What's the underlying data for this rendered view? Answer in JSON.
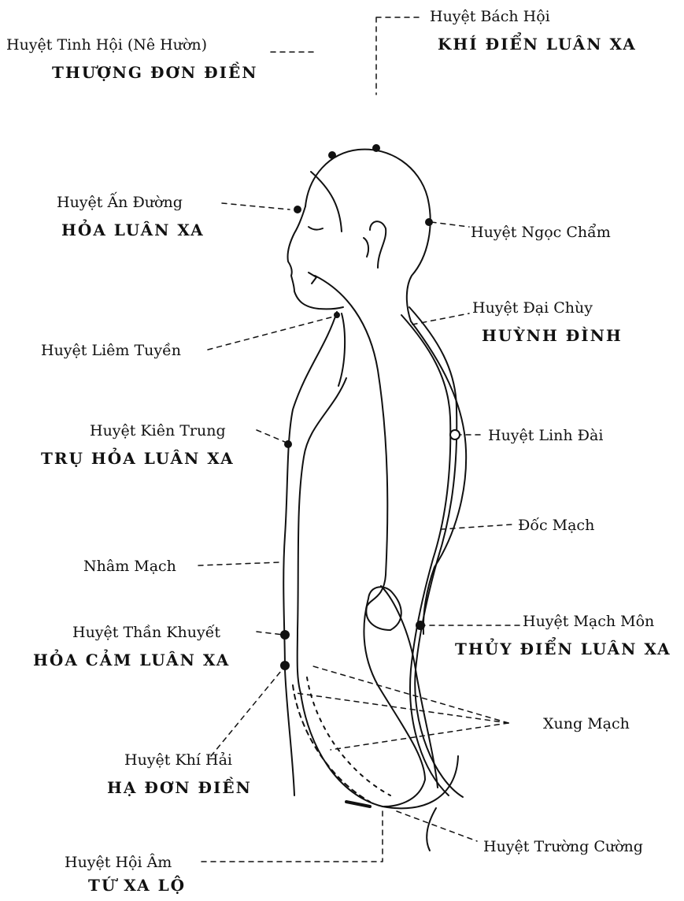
{
  "colors": {
    "ink": "#111111",
    "paper": "#ffffff"
  },
  "labels": {
    "bach_hoi": {
      "name": "Huyệt Bách Hội",
      "center": "KHÍ ĐIỂN LUÂN XA"
    },
    "tinh_hoi": {
      "name": "Huyệt Tinh Hội (Nê Hườn)",
      "center": "THƯỢNG ĐƠN ĐIỀN"
    },
    "an_duong": {
      "name": "Huyệt Ấn Đường",
      "center": "HỎA LUÂN XA"
    },
    "ngoc_cham": {
      "name": "Huyệt Ngọc Chẩm"
    },
    "dai_chuy": {
      "name": "Huyệt Đại Chùy",
      "center": "HUỲNH ĐÌNH"
    },
    "liem_tuyen": {
      "name": "Huyệt Liêm Tuyền"
    },
    "kien_trung": {
      "name": "Huyệt Kiên Trung",
      "center": "TRỤ HỎA LUÂN XA"
    },
    "linh_dai": {
      "name": "Huyệt Linh Đài"
    },
    "doc_mach": {
      "name": "Đốc Mạch"
    },
    "nham_mach": {
      "name": "Nhâm Mạch"
    },
    "mach_mon": {
      "name": "Huyệt Mạch Môn",
      "center": "THỦY ĐIỂN LUÂN XA"
    },
    "than_khuyet": {
      "name": "Huyệt Thần Khuyết",
      "center": "HỎA CẢM LUÂN XA"
    },
    "xung_mach": {
      "name": "Xung Mạch"
    },
    "khi_hai": {
      "name": "Huyệt Khí Hải",
      "center": "HẠ ĐƠN ĐIỀN"
    },
    "truong_cuong": {
      "name": "Huyệt Trường Cường"
    },
    "hoi_am": {
      "name": "Huyệt Hội Âm",
      "center": "TỨ XA LỘ"
    }
  }
}
